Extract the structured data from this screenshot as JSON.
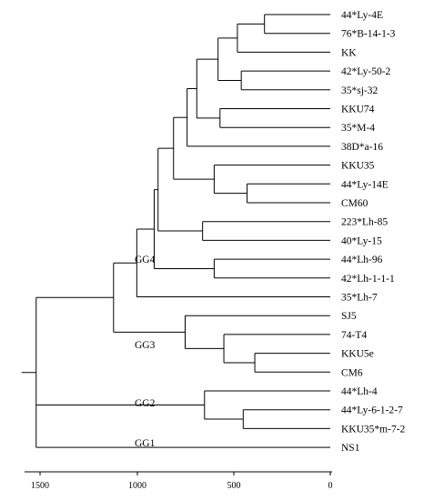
{
  "leaves": [
    "44*Ly-4E",
    "76*B-14-1-3",
    "KK",
    "42*Ly-50-2",
    "35*sj-32",
    "KKU74",
    "35*M-4",
    "38D*a-16",
    "KKU35",
    "44*Ly-14E",
    "CM60",
    "223*Lh-85",
    "40*Ly-15",
    "44*Lh-96",
    "42*Lh-1-1-1",
    "35*Lh-7",
    "SJ5",
    "74-T4",
    "KKU5e",
    "CM6",
    "44*Lh-4",
    "44*Ly-6-1-2-7",
    "KKU35*m-7-2",
    "NS1"
  ],
  "groups": [
    "GG4",
    "GG3",
    "GG2",
    "GG1"
  ],
  "axis": {
    "range": [
      1500,
      0
    ],
    "ticks": [
      "1500",
      "1000",
      "500",
      "0"
    ]
  },
  "tree": {
    "h": 1520,
    "c": [
      {
        "h": 1120,
        "c": [
          {
            "h": 1000,
            "c": [
              {
                "h": 910,
                "c": [
                  {
                    "h": 890,
                    "c": [
                      {
                        "h": 810,
                        "c": [
                          {
                            "h": 740,
                            "c": [
                              {
                                "h": 690,
                                "c": [
                                  {
                                    "h": 580,
                                    "c": [
                                      {
                                        "h": 480,
                                        "c": [
                                          {
                                            "h": 340,
                                            "c": [
                                              {
                                                "leaf": 0
                                              },
                                              {
                                                "leaf": 1
                                              }
                                            ]
                                          },
                                          {
                                            "leaf": 2
                                          }
                                        ]
                                      },
                                      {
                                        "h": 460,
                                        "c": [
                                          {
                                            "leaf": 3
                                          },
                                          {
                                            "leaf": 4
                                          }
                                        ]
                                      }
                                    ]
                                  },
                                  {
                                    "h": 570,
                                    "c": [
                                      {
                                        "leaf": 5
                                      },
                                      {
                                        "leaf": 6
                                      }
                                    ]
                                  }
                                ]
                              },
                              {
                                "leaf": 7
                              }
                            ]
                          },
                          {
                            "h": 600,
                            "c": [
                              {
                                "leaf": 8
                              },
                              {
                                "h": 430,
                                "c": [
                                  {
                                    "leaf": 9
                                  },
                                  {
                                    "leaf": 10
                                  }
                                ]
                              }
                            ]
                          }
                        ]
                      },
                      {
                        "h": 660,
                        "c": [
                          {
                            "leaf": 11
                          },
                          {
                            "leaf": 12
                          }
                        ]
                      }
                    ]
                  },
                  {
                    "h": 600,
                    "c": [
                      {
                        "leaf": 13
                      },
                      {
                        "leaf": 14
                      }
                    ]
                  }
                ]
              },
              {
                "leaf": 15
              }
            ]
          },
          {
            "h": 750,
            "c": [
              {
                "leaf": 16
              },
              {
                "h": 550,
                "c": [
                  {
                    "leaf": 17
                  },
                  {
                    "h": 390,
                    "c": [
                      {
                        "leaf": 18
                      },
                      {
                        "leaf": 19
                      }
                    ]
                  }
                ]
              }
            ]
          }
        ]
      },
      {
        "h": 650,
        "c": [
          {
            "leaf": 20
          },
          {
            "h": 450,
            "c": [
              {
                "leaf": 21
              },
              {
                "leaf": 22
              }
            ]
          }
        ]
      }
    ],
    "outgroup": 23
  }
}
